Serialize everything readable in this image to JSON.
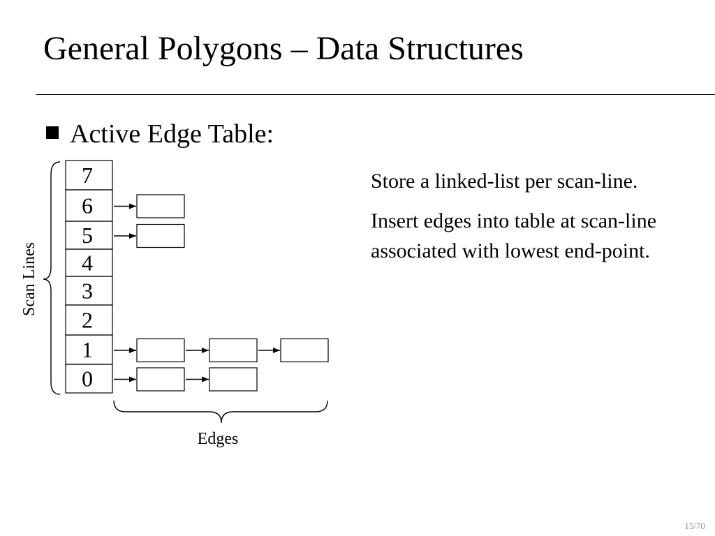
{
  "slide": {
    "title": "General Polygons – Data Structures",
    "bullet": "Active Edge Table:",
    "description": [
      "Store a linked-list per scan-line.",
      "Insert edges into table at scan-line associated with lowest end-point."
    ],
    "page_number": "15/70"
  },
  "diagram": {
    "scan_lines": [
      "7",
      "6",
      "5",
      "4",
      "3",
      "2",
      "1",
      "0"
    ],
    "edge_counts": {
      "6": 1,
      "5": 1,
      "1": 3,
      "0": 2
    },
    "scan_lines_label": "Scan Lines",
    "edges_label": "Edges"
  }
}
